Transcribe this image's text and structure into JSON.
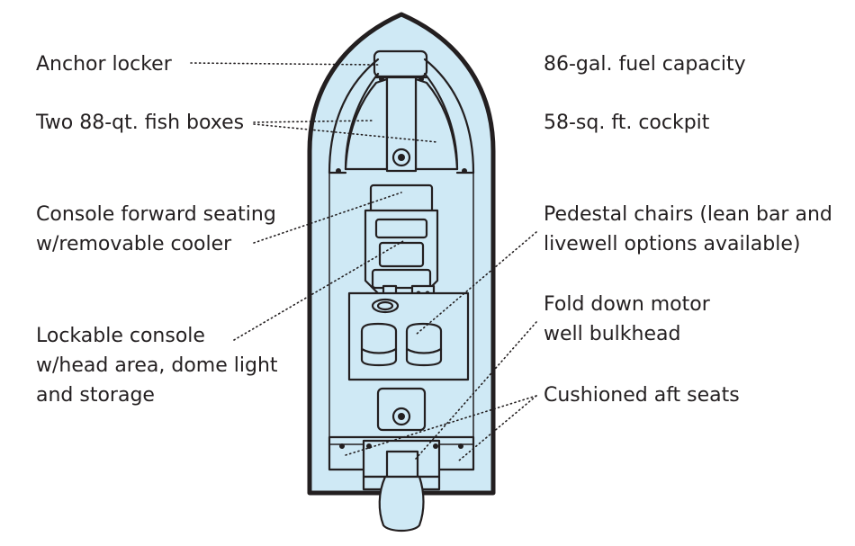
{
  "callouts_left": {
    "anchor_locker": "Anchor locker",
    "fish_boxes": "Two 88-qt. fish boxes",
    "console_seating_1": "Console forward seating",
    "console_seating_2": "w/removable cooler",
    "console_1": "Lockable console",
    "console_2": "w/head area, dome light",
    "console_3": "and storage"
  },
  "callouts_right": {
    "fuel": "86-gal. fuel capacity",
    "cockpit": "58-sq. ft. cockpit",
    "pedestal_1": "Pedestal chairs (lean bar and",
    "pedestal_2": "livewell options available)",
    "motorwell_1": "Fold down motor",
    "motorwell_2": "well bulkhead",
    "aft_seats": "Cushioned aft seats"
  },
  "colors": {
    "hull_fill": "#cfe9f5",
    "outline": "#231f20"
  }
}
